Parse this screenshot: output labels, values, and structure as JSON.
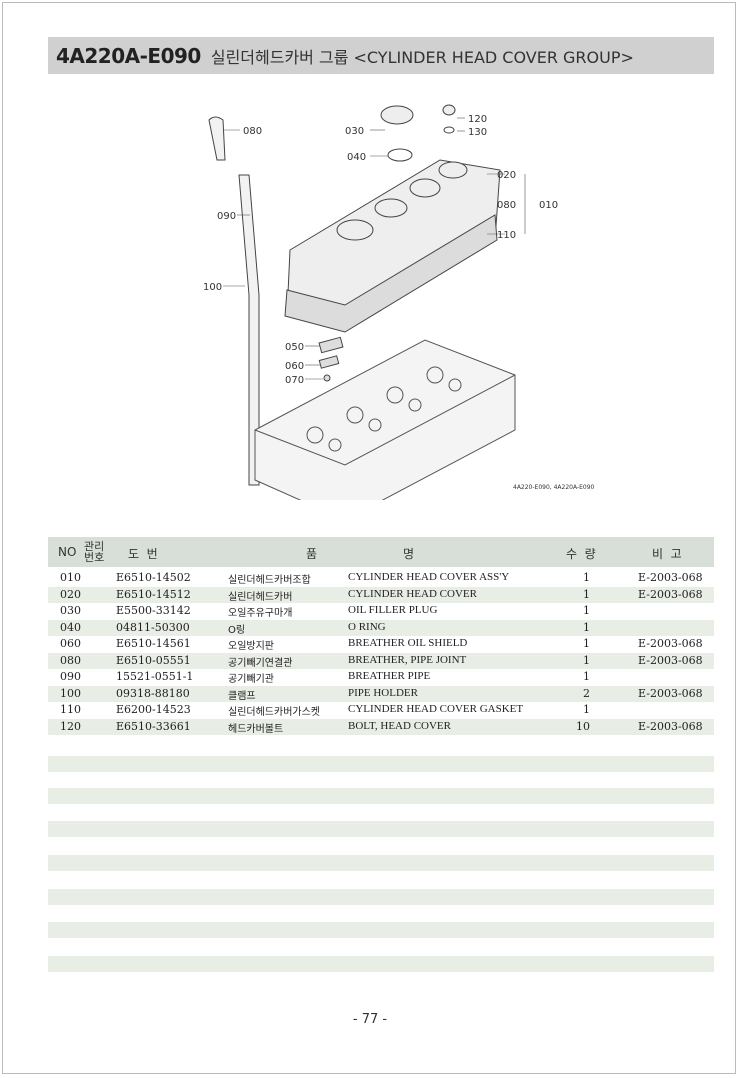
{
  "title": {
    "code": "4A220A-E090",
    "text": "실린더헤드카버 그룹 <CYLINDER HEAD COVER GROUP>"
  },
  "diagram": {
    "callouts": [
      "080",
      "030",
      "040",
      "120",
      "130",
      "020",
      "080",
      "010",
      "110",
      "090",
      "100",
      "050",
      "060",
      "070"
    ],
    "caption": "4A220-E090, 4A220A-E090"
  },
  "table": {
    "headers": {
      "no": "NO",
      "ref": "관리 번호",
      "part_no": "도  번",
      "name": "품",
      "name2": "명",
      "qty": "수  량",
      "remarks": "비  고"
    },
    "rows": [
      {
        "no": "010",
        "part": "E6510-14502",
        "kr": "실린더헤드카버조합",
        "en": "CYLINDER HEAD COVER ASS'Y",
        "qty": "1",
        "rem": "E-2003-068"
      },
      {
        "no": "020",
        "part": "E6510-14512",
        "kr": "실린더헤드카버",
        "en": "CYLINDER HEAD COVER",
        "qty": "1",
        "rem": "E-2003-068"
      },
      {
        "no": "030",
        "part": "E5500-33142",
        "kr": "오일주유구마개",
        "en": "OIL FILLER PLUG",
        "qty": "1",
        "rem": ""
      },
      {
        "no": "040",
        "part": "04811-50300",
        "kr": "O링",
        "en": "O RING",
        "qty": "1",
        "rem": ""
      },
      {
        "no": "060",
        "part": "E6510-14561",
        "kr": "오일방지판",
        "en": "BREATHER OIL SHIELD",
        "qty": "1",
        "rem": "E-2003-068"
      },
      {
        "no": "080",
        "part": "E6510-05551",
        "kr": "공기빼기연결관",
        "en": "BREATHER, PIPE JOINT",
        "qty": "1",
        "rem": "E-2003-068"
      },
      {
        "no": "090",
        "part": "15521-0551-1",
        "kr": "공기빼기관",
        "en": "BREATHER PIPE",
        "qty": "1",
        "rem": ""
      },
      {
        "no": "100",
        "part": "09318-88180",
        "kr": "클램프",
        "en": "PIPE HOLDER",
        "qty": "2",
        "rem": "E-2003-068"
      },
      {
        "no": "110",
        "part": "E6200-14523",
        "kr": "실린더헤드카버가스켓",
        "en": "CYLINDER HEAD COVER GASKET",
        "qty": "1",
        "rem": ""
      },
      {
        "no": "120",
        "part": "E6510-33661",
        "kr": "헤드카버볼트",
        "en": "BOLT, HEAD COVER",
        "qty": "10",
        "rem": "E-2003-068"
      }
    ]
  },
  "page_number": "- 77 -"
}
